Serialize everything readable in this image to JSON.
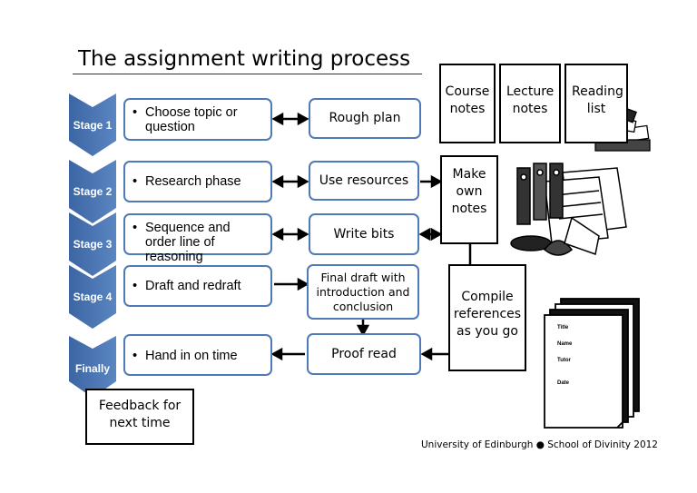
{
  "title": "The assignment writing process",
  "stages": [
    {
      "label": "Stage 1",
      "task": "Choose topic or question",
      "output": "Rough plan"
    },
    {
      "label": "Stage 2",
      "task": "Research phase",
      "output": "Use resources"
    },
    {
      "label": "Stage 3",
      "task": "Sequence and order line of reasoning",
      "output": "Write bits"
    },
    {
      "label": "Stage 4",
      "task": "Draft and redraft",
      "output": "Final draft with introduction and conclusion"
    },
    {
      "label": "Finally",
      "task": "Hand in on time",
      "output": "Proof read"
    }
  ],
  "notes": {
    "course": "Course notes",
    "lecture": "Lecture notes",
    "reading": "Reading list",
    "make": "Make own notes",
    "compile": "Compile references as you go",
    "feedback": "Feedback for next time"
  },
  "document": {
    "title": "Title",
    "name": "Name",
    "tutor": "Tutor",
    "date": "Date"
  },
  "footer": "University of Edinburgh  ●  School of Divinity 2012",
  "colors": {
    "stage_blue": "#4f7ab8",
    "stage_blue_dark": "#3d649e",
    "box_border": "#4f7ab8"
  }
}
